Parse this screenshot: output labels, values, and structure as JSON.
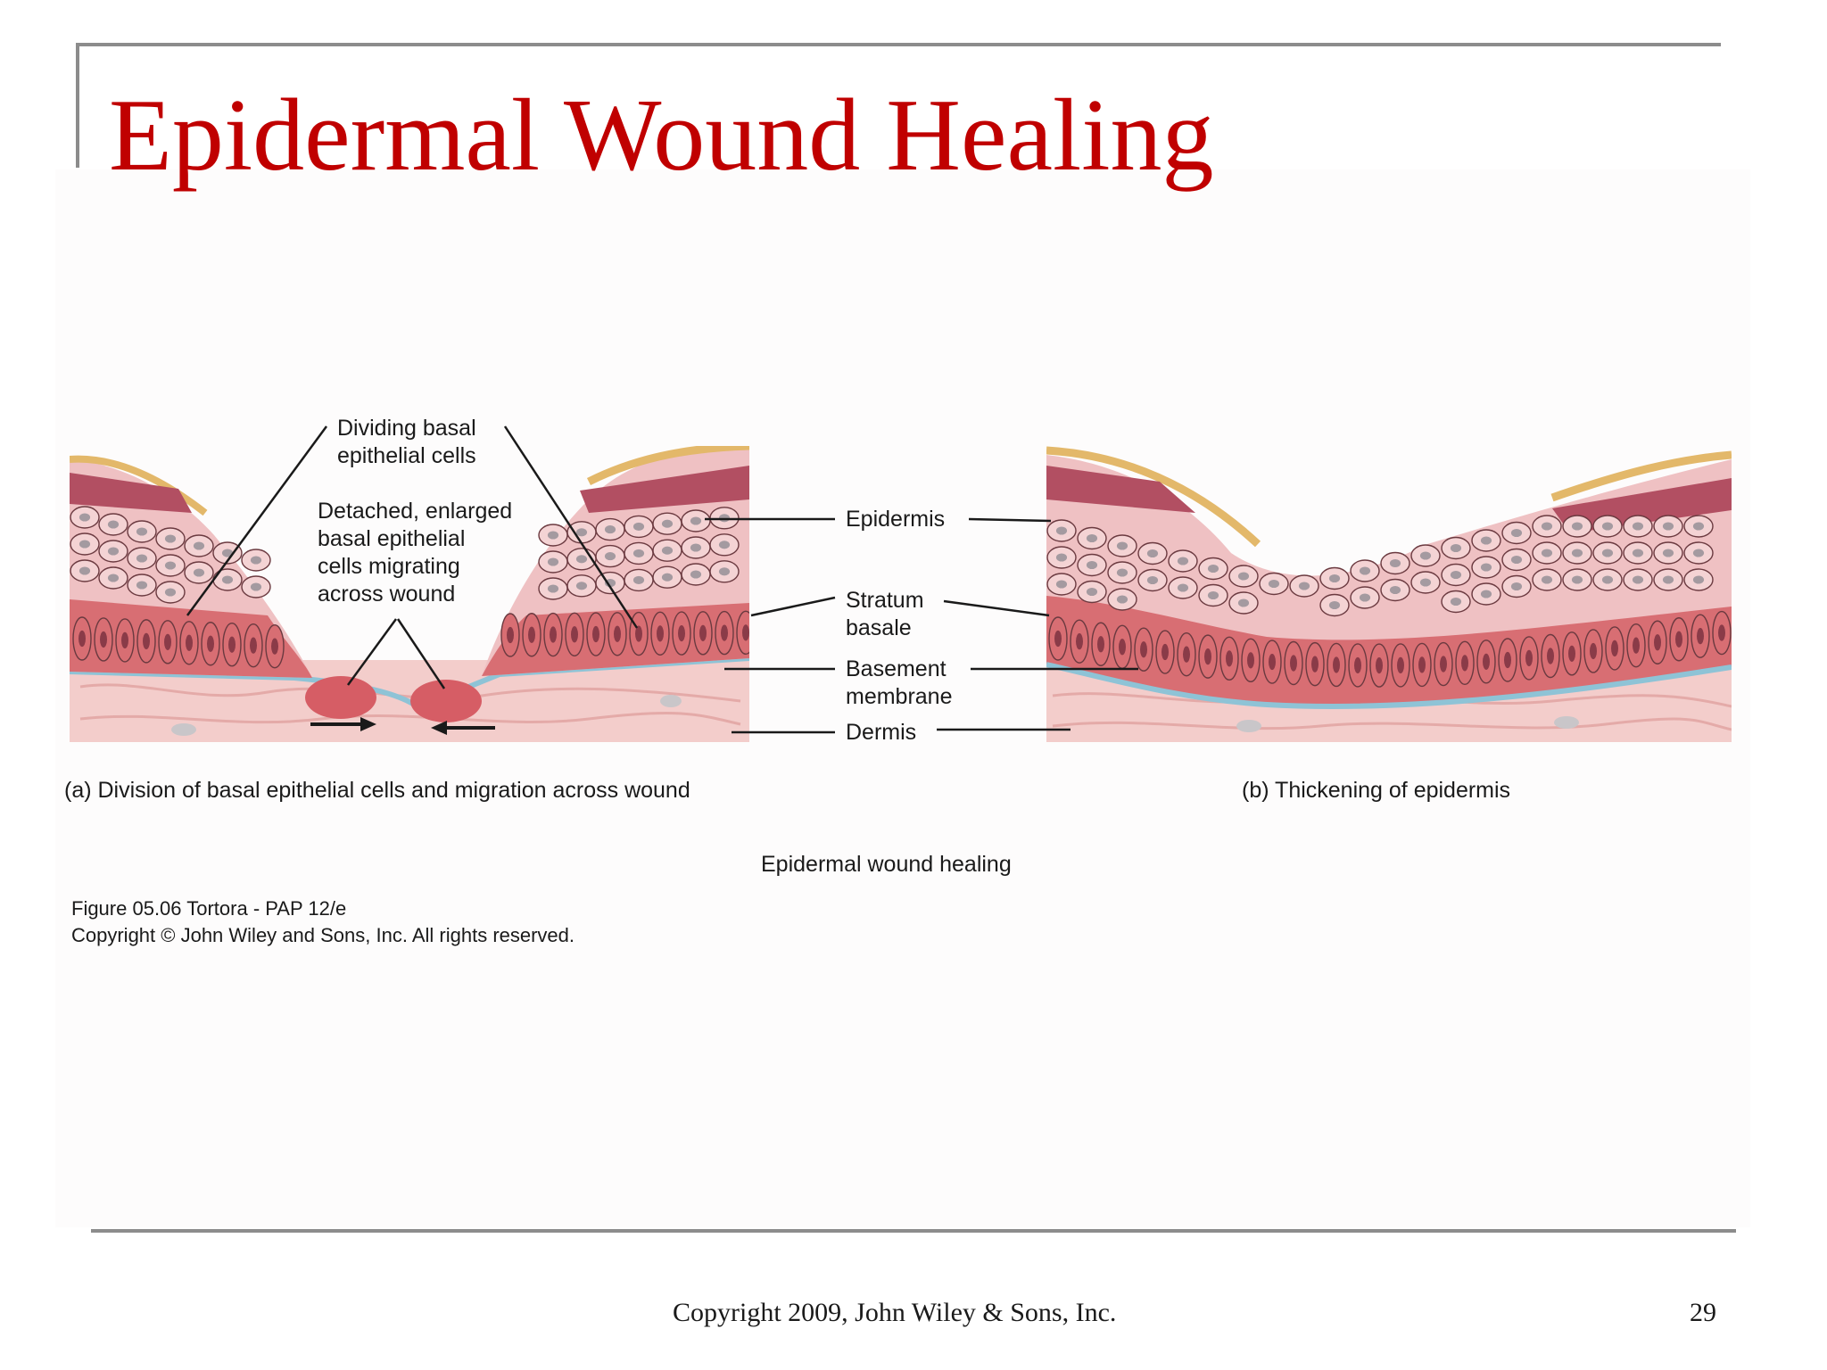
{
  "slide": {
    "title": "Epidermal Wound Healing",
    "footer_copyright": "Copyright 2009, John Wiley & Sons, Inc.",
    "slide_number": "29",
    "title_color": "#c00000"
  },
  "figure": {
    "panel_a": {
      "label_dividing": [
        "Dividing basal",
        "epithelial cells"
      ],
      "label_detached": [
        "Detached, enlarged",
        "basal epithelial",
        "cells migrating",
        "across wound"
      ],
      "caption": "(a) Division of basal epithelial cells and migration across wound"
    },
    "panel_b": {
      "caption": "(b) Thickening of epidermis"
    },
    "center_labels": {
      "epidermis": "Epidermis",
      "stratum_basale": [
        "Stratum",
        "basale"
      ],
      "basement_membrane": [
        "Basement",
        "membrane"
      ],
      "dermis": "Dermis"
    },
    "figure_title": "Epidermal wound healing",
    "figure_credit": [
      "Figure 05.06  Tortora - PAP 12/e",
      "Copyright © John Wiley and Sons, Inc. All rights reserved."
    ]
  }
}
